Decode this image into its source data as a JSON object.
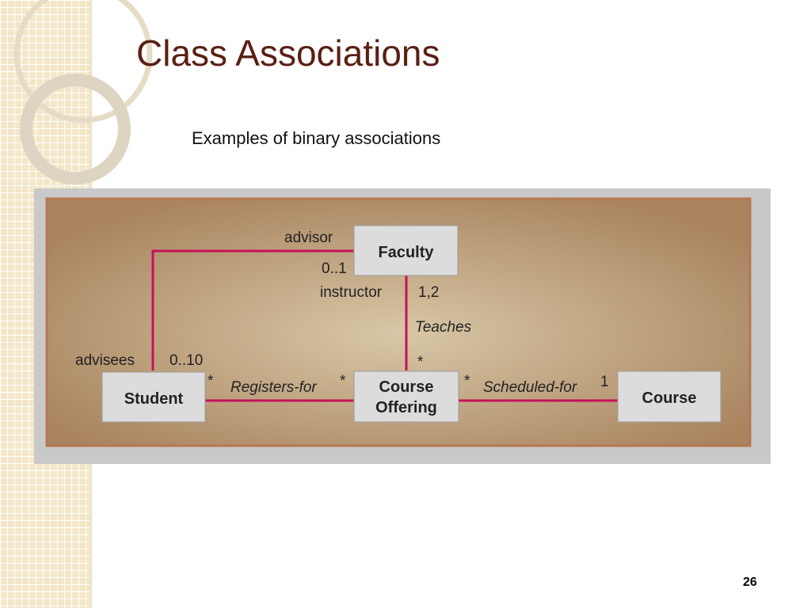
{
  "slide": {
    "title": "Class Associations",
    "subtitle": "Examples of binary associations",
    "page_number": "26"
  },
  "diagram": {
    "classes": {
      "faculty": "Faculty",
      "student": "Student",
      "course_offering_line1": "Course",
      "course_offering_line2": "Offering",
      "course": "Course"
    },
    "labels": {
      "advisor": "advisor",
      "advisor_mult": "0..1",
      "instructor": "instructor",
      "instructor_mult": "1,2",
      "teaches": "Teaches",
      "teaches_star": "*",
      "advisees": "advisees",
      "advisees_mult": "0..10",
      "student_star": "*",
      "registers_for": "Registers-for",
      "offering_star_left": "*",
      "offering_star_right": "*",
      "scheduled_for": "Scheduled-for",
      "course_mult": "1"
    },
    "colors": {
      "line": "#c6115a",
      "panel": "#b4926e",
      "class_box": "#dcdcdc"
    }
  }
}
